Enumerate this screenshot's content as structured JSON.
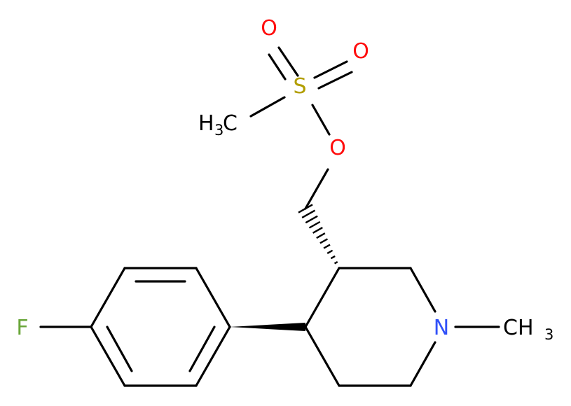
{
  "colors": {
    "bond": "#000000",
    "oxygen": "#ff0d0d",
    "sulfur": "#b29e00",
    "nitrogen": "#3050f8",
    "fluorine": "#6aa63a",
    "carbon": "#000000"
  },
  "atoms": {
    "O1": "O",
    "O2": "O",
    "S": "S",
    "O3": "O",
    "N": "N",
    "F": "F",
    "CH3_left_main": "H",
    "CH3_left_sub": "3",
    "CH3_left_c": "C",
    "CH3_right_main": "CH",
    "CH3_right_sub": "3"
  }
}
